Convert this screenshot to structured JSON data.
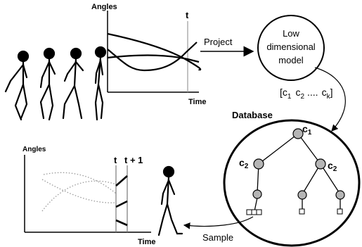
{
  "top_plot": {
    "y_axis_label": "Angles",
    "x_axis_label": "Time",
    "time_marker": "t"
  },
  "project_label": "Project",
  "model": {
    "line1": "Low",
    "line2": "dimensional",
    "line3": "model"
  },
  "coefficients": {
    "open": "[c",
    "sub1": "1",
    "c2": "c",
    "sub2": "2",
    "dots": "....",
    "ck": "c",
    "subk": "k",
    "close": "]"
  },
  "database": {
    "title": "Database",
    "root_label": "c",
    "root_sub": "1",
    "left_label": "c",
    "left_sub": "2",
    "right_label": "c",
    "right_sub": "2"
  },
  "bottom_plot": {
    "y_axis_label": "Angles",
    "x_axis_label": "Time",
    "time_marker": "t",
    "time_marker_next": "t + 1"
  },
  "sample_label": "Sample",
  "colors": {
    "node_fill": "#b5b5b5",
    "ink": "#000000",
    "dotted_curve": "#9a9a9a"
  }
}
